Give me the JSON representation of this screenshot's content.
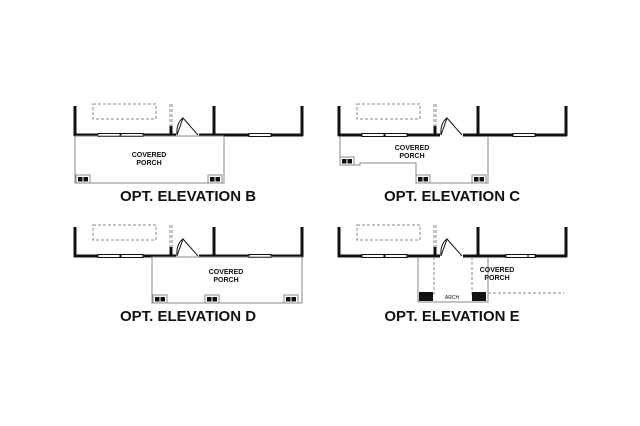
{
  "plans": [
    {
      "label": "OPT. ELEVATION B",
      "porch_line1": "COVERED",
      "porch_line2": "PORCH"
    },
    {
      "label": "OPT. ELEVATION C",
      "porch_line1": "COVERED",
      "porch_line2": "PORCH"
    },
    {
      "label": "OPT. ELEVATION D",
      "porch_line1": "COVERED",
      "porch_line2": "PORCH"
    },
    {
      "label": "OPT. ELEVATION E",
      "porch_line1": "COVERED",
      "porch_line2": "PORCH",
      "arch": "ARCH"
    }
  ]
}
